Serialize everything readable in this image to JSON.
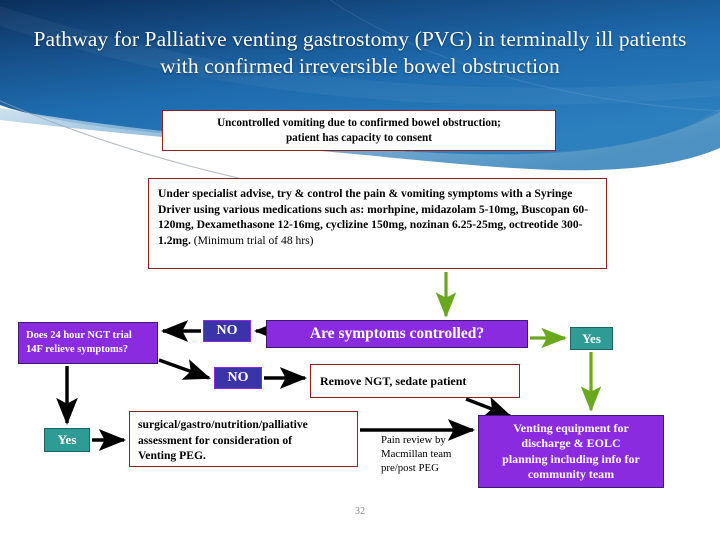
{
  "slide": {
    "title": "Pathway for Palliative venting gastrostomy (PVG) in terminally ill patients with confirmed irreversible bowel obstruction",
    "page_number": "32",
    "header_color_dark": "#0C3C70",
    "header_color_mid": "#1D6AAE",
    "header_color_light": "#7FB4DA"
  },
  "colors": {
    "red_box_border": "#8C2121",
    "purple_fill": "#8B2BE0",
    "purple_border": "#3B1A70",
    "no_fill": "#3B34A8",
    "teal_fill": "#2E9B94",
    "teal_border": "#1B6460",
    "green_arrow": "#6AA81E",
    "black_arrow": "#000000"
  },
  "flow": {
    "uncontrolled": {
      "line1": "Uncontrolled  vomiting due to confirmed bowel obstruction;",
      "line2": "patient has capacity to consent"
    },
    "medications": {
      "bold_text": "Under specialist advise, try & control the pain & vomiting symptoms with a Syringe Driver using various medications such as: morhpine, midazolam 5-10mg, Buscopan 60-120mg, Dexamethasone 12-16mg, cyclizine 150mg, nozinan 6.25-25mg, octreotide 300-1.2mg.",
      "normal_text": " (Minimum trial of 48 hrs)"
    },
    "symptoms_controlled": "Are symptoms controlled?",
    "ngt_trial": {
      "line1": "Does 24 hour NGT trial",
      "line2": "14F relieve symptoms?"
    },
    "no_1": "NO",
    "no_2": "NO",
    "yes_right": "Yes",
    "yes_left": "Yes",
    "remove_ngt": "Remove NGT, sedate patient",
    "surgical": {
      "line1": "surgical/gastro/nutrition/palliative",
      "line2": "assessment for consideration of",
      "line3": "Venting PEG."
    },
    "pain_review": {
      "line1": "Pain review by",
      "line2": "Macmillan team",
      "line3": "pre/post PEG"
    },
    "venting": {
      "line1": "Venting equipment for",
      "line2": "discharge & EOLC",
      "line3": "planning including info for",
      "line4": "community team"
    }
  }
}
